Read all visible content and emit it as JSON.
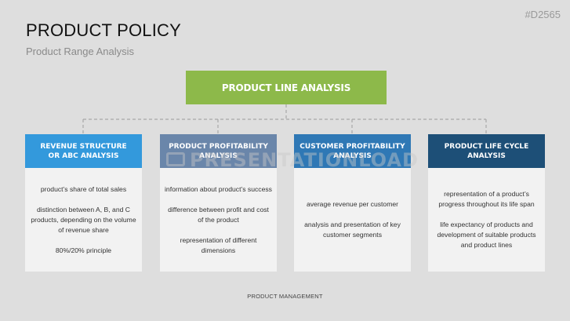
{
  "slide": {
    "title": "PRODUCT POLICY",
    "subtitle": "Product Range Analysis",
    "code": "#D2565",
    "footer": "PRODUCT MANAGEMENT",
    "watermark": "PRESENTATIONLOAD"
  },
  "diagram": {
    "root": {
      "label": "PRODUCT LINE ANALYSIS",
      "color": "#8db94a"
    },
    "columns": [
      {
        "title": "REVENUE STRUCTURE\nOR ABC ANALYSIS",
        "color": "#3399dc",
        "items": [
          "product’s share of total sales",
          "distinction between A, B, and C products, depending on the volume of revenue share",
          "80%/20% principle"
        ]
      },
      {
        "title": "PRODUCT PROFITABILITY\nANALYSIS",
        "color": "#6a86aa",
        "items": [
          "information about product’s success",
          "difference between profit and cost of the product",
          "representation of different dimensions"
        ]
      },
      {
        "title": "CUSTOMER PROFITABILITY\nANALYSIS",
        "color": "#2f78b5",
        "items": [
          "average revenue per customer",
          "analysis and presentation of key customer segments"
        ]
      },
      {
        "title": "PRODUCT LIFE CYCLE\nANALYSIS",
        "color": "#1d4f77",
        "items": [
          "representation of a product’s progress throughout its life span",
          "life expectancy of products and development of suitable products and product lines"
        ]
      }
    ]
  }
}
